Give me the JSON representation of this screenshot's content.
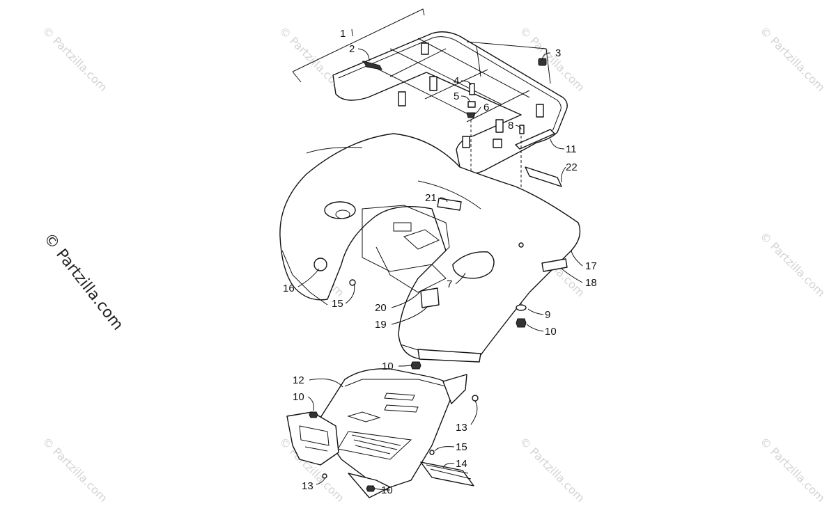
{
  "watermark": {
    "main_text": "© Partzilla.com",
    "tile_text": "© Partzilla.com"
  },
  "callouts": [
    {
      "id": "1",
      "label": "1"
    },
    {
      "id": "2",
      "label": "2"
    },
    {
      "id": "3",
      "label": "3"
    },
    {
      "id": "4",
      "label": "4"
    },
    {
      "id": "5",
      "label": "5"
    },
    {
      "id": "6",
      "label": "6"
    },
    {
      "id": "7",
      "label": "7"
    },
    {
      "id": "8",
      "label": "8"
    },
    {
      "id": "9",
      "label": "9"
    },
    {
      "id": "10a",
      "label": "10"
    },
    {
      "id": "10b",
      "label": "10"
    },
    {
      "id": "10c",
      "label": "10"
    },
    {
      "id": "10d",
      "label": "10"
    },
    {
      "id": "11",
      "label": "11"
    },
    {
      "id": "12",
      "label": "12"
    },
    {
      "id": "13a",
      "label": "13"
    },
    {
      "id": "13b",
      "label": "13"
    },
    {
      "id": "14",
      "label": "14"
    },
    {
      "id": "15a",
      "label": "15"
    },
    {
      "id": "15b",
      "label": "15"
    },
    {
      "id": "16",
      "label": "16"
    },
    {
      "id": "17",
      "label": "17"
    },
    {
      "id": "18",
      "label": "18"
    },
    {
      "id": "19",
      "label": "19"
    },
    {
      "id": "20",
      "label": "20"
    },
    {
      "id": "21",
      "label": "21"
    },
    {
      "id": "22",
      "label": "22"
    }
  ]
}
